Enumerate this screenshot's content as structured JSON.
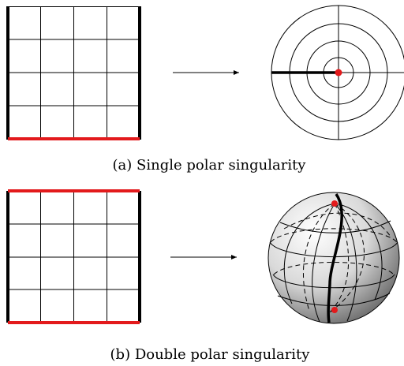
{
  "panels": [
    {
      "id": "a",
      "caption": "(a) Single polar singularity",
      "mapping": "square grid to concentric-circle disk",
      "singular_edges": [
        "bottom"
      ],
      "highlight_color": "#e31a1c"
    },
    {
      "id": "b",
      "caption": "(b) Double polar singularity",
      "mapping": "square grid to sphere",
      "singular_edges": [
        "top",
        "bottom"
      ],
      "highlight_color": "#e31a1c"
    }
  ],
  "colors": {
    "line": "#000000",
    "singularity": "#e31a1c",
    "background": "#ffffff"
  }
}
